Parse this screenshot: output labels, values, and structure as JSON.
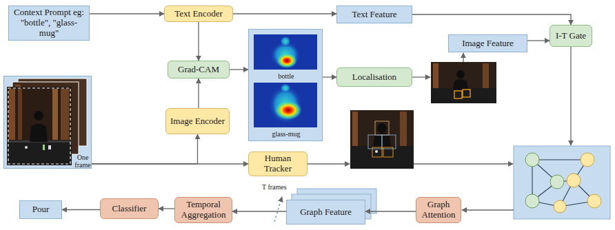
{
  "diagram": {
    "nodes": [
      {
        "text": [
          "Context Prompt eg: \"bottle\", \"glass-mug\""
        ]
      },
      {
        "text": [
          "Text Encoder"
        ]
      },
      {
        "text": [
          "Text Feature"
        ]
      },
      {
        "text": [
          "I-T Gate"
        ]
      },
      {
        "text": [
          "Image Feature"
        ]
      },
      {
        "text": [
          "Grad-CAM"
        ]
      },
      {
        "text": [
          "bottle",
          "glass-mug"
        ]
      },
      {
        "text": [
          "Localisation"
        ]
      },
      {
        "text": [
          "One frame"
        ]
      },
      {
        "text": [
          "Image Encoder"
        ]
      },
      {
        "text": [
          "Human Tracker"
        ]
      },
      {
        "text": [
          "Pour"
        ]
      },
      {
        "text": [
          "Classifier"
        ]
      },
      {
        "text": [
          "Temporal Aggregation"
        ]
      },
      {
        "text": [
          "Graph Feature"
        ]
      },
      {
        "text": [
          "Graph Attention"
        ]
      }
    ],
    "edges": [
      {
        "from": 0,
        "to": 1,
        "arrow": "to"
      },
      {
        "from": 1,
        "to": 2,
        "arrow": "to"
      },
      {
        "from": 2,
        "to": 3,
        "arrow": "to"
      },
      {
        "from": 1,
        "to": 5,
        "arrow": "to"
      },
      {
        "from": 9,
        "to": 5,
        "arrow": "to"
      },
      {
        "from": 5,
        "to": 6,
        "arrow": "to"
      },
      {
        "from": 6,
        "to": 7,
        "arrow": "to"
      },
      {
        "from": 4,
        "to": 3,
        "arrow": "to"
      },
      {
        "from": 8,
        "to": 9,
        "arrow": "to"
      },
      {
        "from": 8,
        "to": 10,
        "arrow": "to"
      },
      {
        "from": 15,
        "to": 14,
        "arrow": "to"
      },
      {
        "from": 14,
        "to": 13,
        "arrow": "to"
      },
      {
        "from": 13,
        "to": 12,
        "arrow": "to"
      },
      {
        "from": 12,
        "to": 11,
        "arrow": "to"
      }
    ],
    "labels": [
      "T frames"
    ]
  }
}
